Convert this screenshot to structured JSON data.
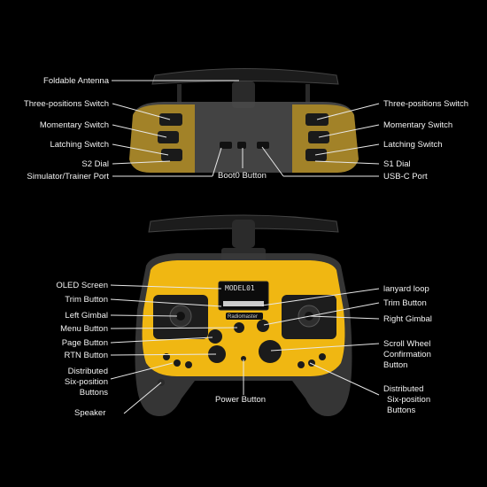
{
  "top_view": {
    "left_labels": [
      "Foldable Antenna",
      "Three-positions Switch",
      "Momentary Switch",
      "Latching Switch",
      "S2 Dial",
      "Simulator/Trainer Port"
    ],
    "right_labels": [
      "Three-positions Switch",
      "Momentary Switch",
      "Latching Switch",
      "S1 Dial",
      "USB-C Port"
    ],
    "center_label": "Boot0 Button"
  },
  "front_view": {
    "left_labels": [
      "OLED Screen",
      "Trim Button",
      "Left Gimbal",
      "Menu Button",
      "Page Button",
      "RTN Button"
    ],
    "left_multiline": [
      "Distributed",
      "Six-position",
      "Buttons"
    ],
    "speaker_label": "Speaker",
    "right_labels": [
      "lanyard loop",
      "Trim Button",
      "Right Gimbal"
    ],
    "scroll_wheel": [
      "Scroll Wheel",
      "Confirmation",
      "Button"
    ],
    "right_multiline": [
      "Distributed",
      "Six-position",
      "Buttons"
    ],
    "power_label": "Power Button",
    "screen_text": "MODEL01",
    "brand_text": "Radiomaster"
  },
  "colors": {
    "body": "#f0b712",
    "shell": "#3a3a3a",
    "line": "#e8e8e8"
  }
}
